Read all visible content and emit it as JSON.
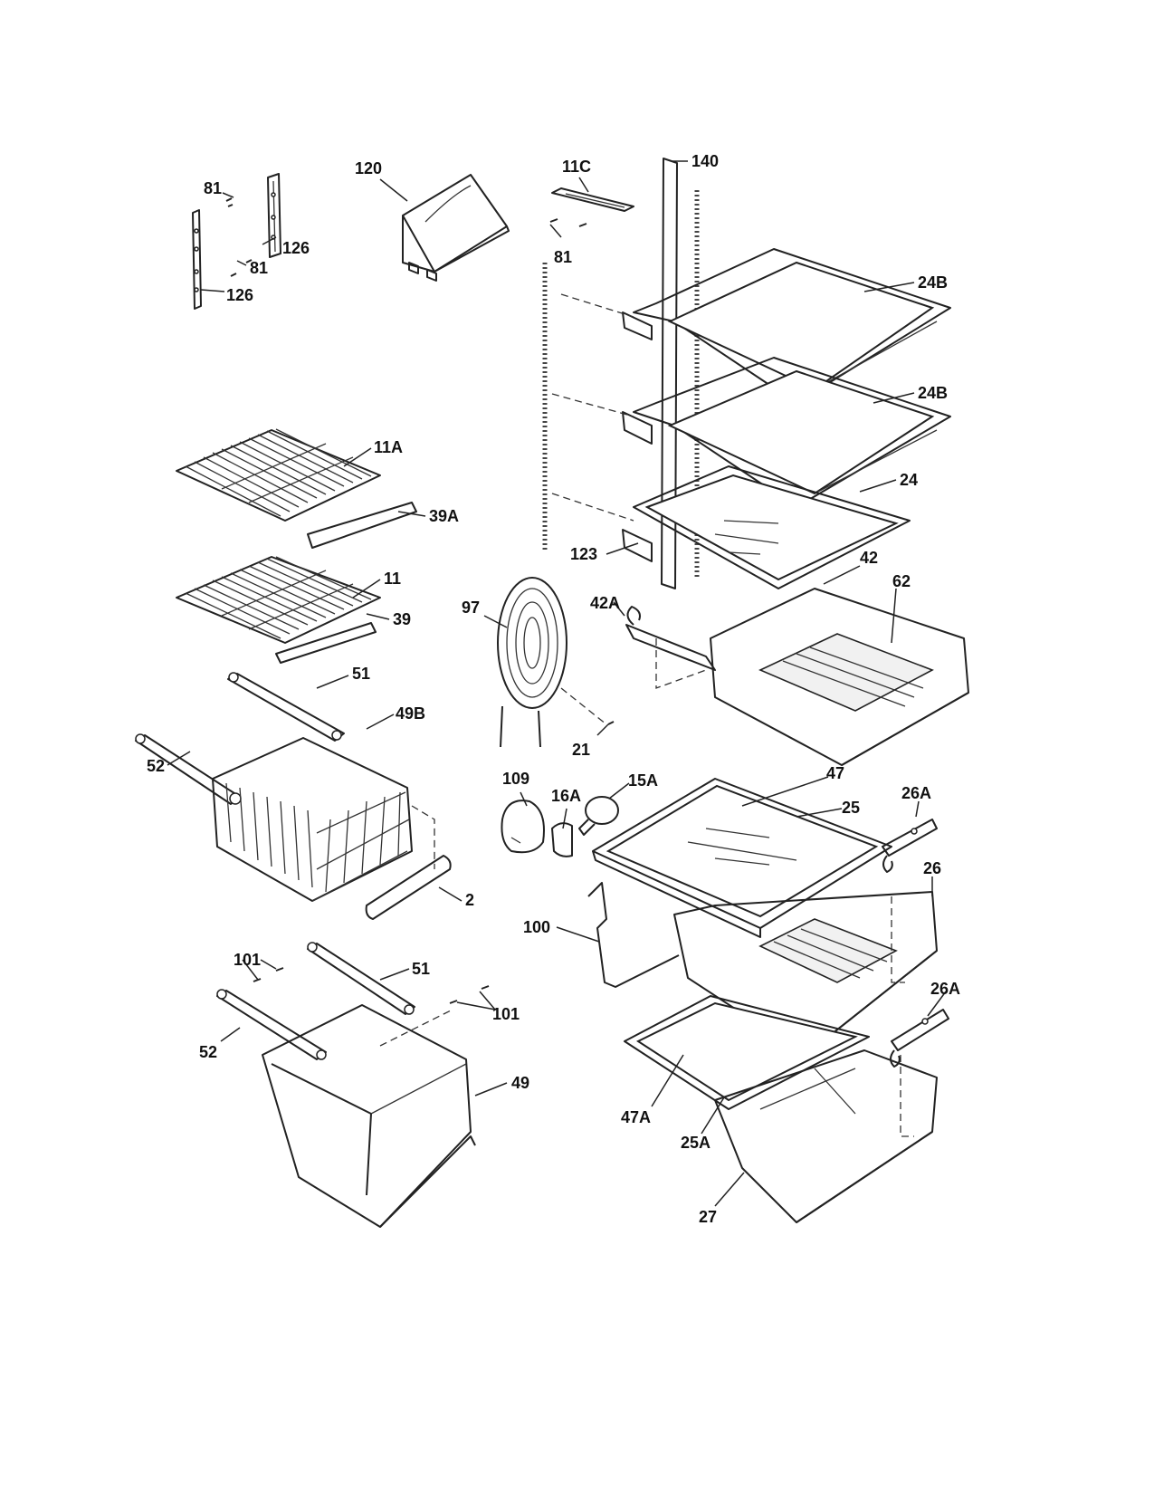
{
  "callouts": [
    {
      "id": "c81a",
      "text": "81"
    },
    {
      "id": "c126a",
      "text": "126"
    },
    {
      "id": "c81b",
      "text": "81"
    },
    {
      "id": "c126b",
      "text": "126"
    },
    {
      "id": "c120",
      "text": "120"
    },
    {
      "id": "c11c",
      "text": "11C"
    },
    {
      "id": "c81c",
      "text": "81"
    },
    {
      "id": "c140",
      "text": "140"
    },
    {
      "id": "c24b1",
      "text": "24B"
    },
    {
      "id": "c24b2",
      "text": "24B"
    },
    {
      "id": "c24",
      "text": "24"
    },
    {
      "id": "c11a",
      "text": "11A"
    },
    {
      "id": "c39a",
      "text": "39A"
    },
    {
      "id": "c11",
      "text": "11"
    },
    {
      "id": "c39",
      "text": "39"
    },
    {
      "id": "c97",
      "text": "97"
    },
    {
      "id": "c123",
      "text": "123"
    },
    {
      "id": "c42",
      "text": "42"
    },
    {
      "id": "c62",
      "text": "62"
    },
    {
      "id": "c42a",
      "text": "42A"
    },
    {
      "id": "c51a",
      "text": "51"
    },
    {
      "id": "c49b",
      "text": "49B"
    },
    {
      "id": "c52a",
      "text": "52"
    },
    {
      "id": "c21",
      "text": "21"
    },
    {
      "id": "c109",
      "text": "109"
    },
    {
      "id": "c16a",
      "text": "16A"
    },
    {
      "id": "c15a",
      "text": "15A"
    },
    {
      "id": "c47",
      "text": "47"
    },
    {
      "id": "c25",
      "text": "25"
    },
    {
      "id": "c26a1",
      "text": "26A"
    },
    {
      "id": "c26",
      "text": "26"
    },
    {
      "id": "c2",
      "text": "2"
    },
    {
      "id": "c100",
      "text": "100"
    },
    {
      "id": "c101a",
      "text": "101"
    },
    {
      "id": "c51b",
      "text": "51"
    },
    {
      "id": "c101b",
      "text": "101"
    },
    {
      "id": "c52b",
      "text": "52"
    },
    {
      "id": "c49",
      "text": "49"
    },
    {
      "id": "c26a2",
      "text": "26A"
    },
    {
      "id": "c47a",
      "text": "47A"
    },
    {
      "id": "c25a",
      "text": "25A"
    },
    {
      "id": "c27",
      "text": "27"
    }
  ]
}
